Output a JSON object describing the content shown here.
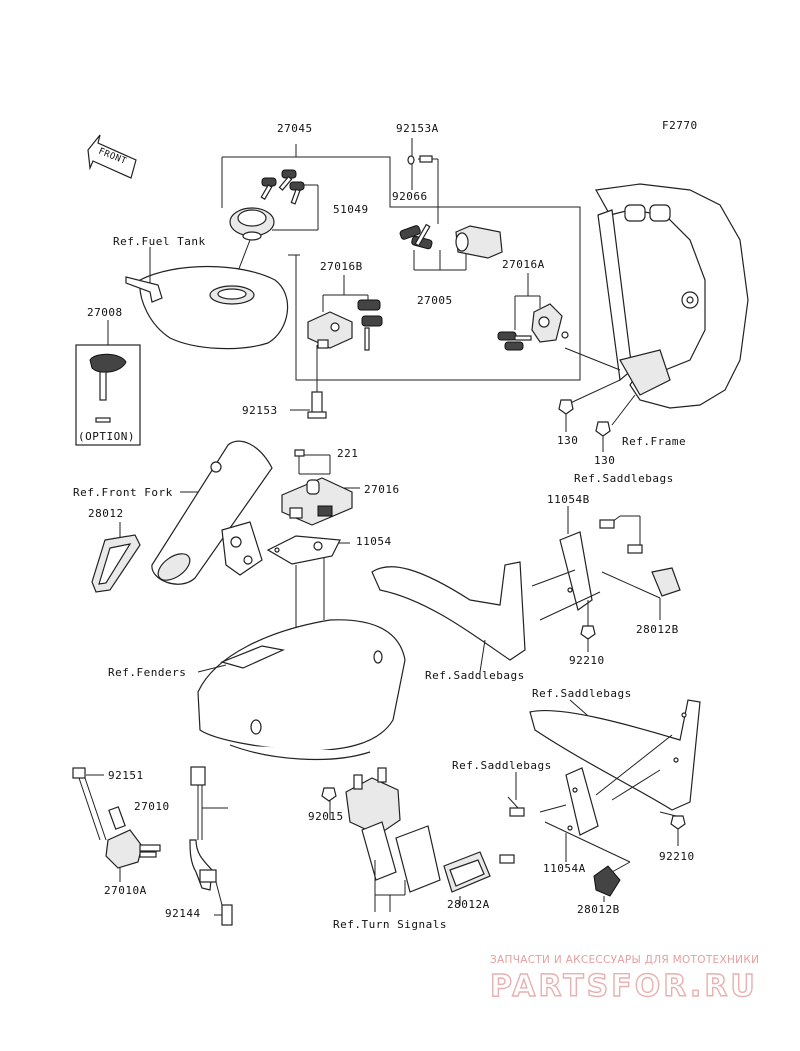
{
  "diagram": {
    "code": "F2770",
    "front_label": "FRONT",
    "part_numbers": {
      "p27045": "27045",
      "p92153A": "92153A",
      "p92066": "92066",
      "p51049": "51049",
      "p27016B": "27016B",
      "p27005": "27005",
      "p27016A": "27016A",
      "p27008": "27008",
      "p92153": "92153",
      "p130a": "130",
      "p130b": "130",
      "p221": "221",
      "p27016": "27016",
      "p28012": "28012",
      "p11054": "11054",
      "p11054B": "11054B",
      "p28012B_top": "28012B",
      "p92210_top": "92210",
      "p92151": "92151",
      "p27010": "27010",
      "p92015": "92015",
      "p27010A": "27010A",
      "p92144": "92144",
      "p28012A": "28012A",
      "p11054A": "11054A",
      "p28012B_bot": "28012B",
      "p92210_bot": "92210"
    },
    "refs": {
      "fuel_tank": "Ref.Fuel Tank",
      "front_fork": "Ref.Front Fork",
      "frame": "Ref.Frame",
      "saddlebags_1": "Ref.Saddlebags",
      "saddlebags_2": "Ref.Saddlebags",
      "saddlebags_3": "Ref.Saddlebags",
      "saddlebags_4": "Ref.Saddlebags",
      "fenders": "Ref.Fenders",
      "turn_signals": "Ref.Turn Signals"
    },
    "option_label": "(OPTION)"
  },
  "watermark": {
    "tagline": "ЗАПЧАСТИ И АКСЕССУАРЫ ДЛЯ МОТОТЕХНИКИ",
    "brand": "PARTSFOR.RU"
  }
}
